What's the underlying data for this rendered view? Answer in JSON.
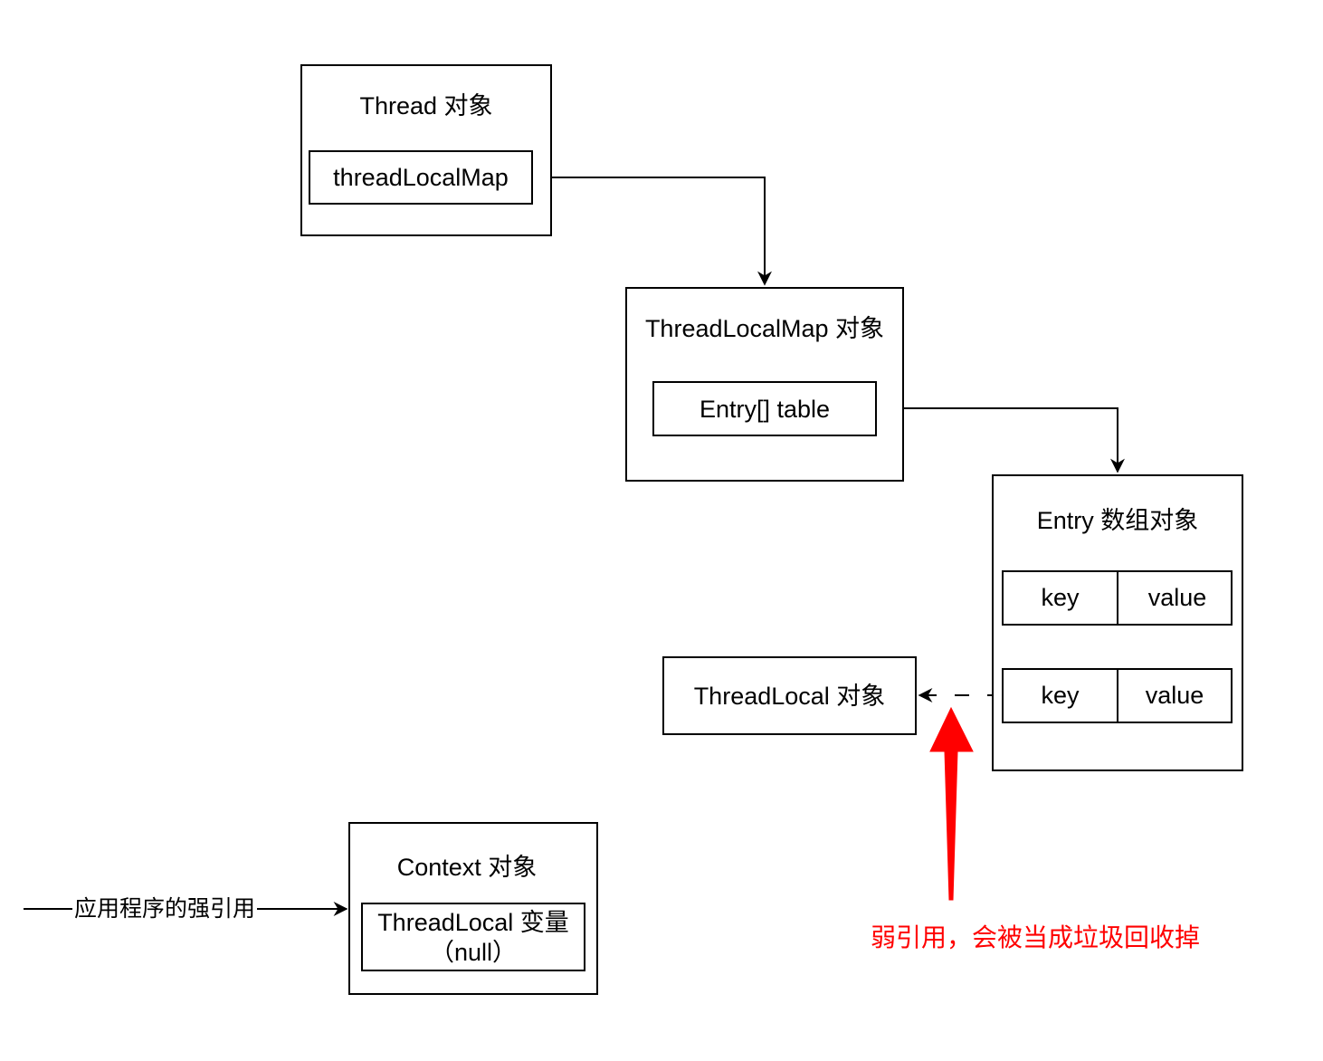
{
  "colors": {
    "line": "#000000",
    "highlight": "#ff0000"
  },
  "thread": {
    "title": "Thread 对象",
    "field": "threadLocalMap"
  },
  "thread_local_map": {
    "title": "ThreadLocalMap 对象",
    "field": "Entry[] table"
  },
  "entry_array": {
    "title": "Entry 数组对象",
    "rows": [
      {
        "key": "key",
        "value": "value"
      },
      {
        "key": "key",
        "value": "value"
      }
    ]
  },
  "thread_local": {
    "title": "ThreadLocal 对象"
  },
  "context": {
    "title": "Context 对象",
    "field_line1": "ThreadLocal 变量",
    "field_line2": "（null）"
  },
  "strong_ref_label": "应用程序的强引用",
  "weak_ref_note": "弱引用，会被当成垃圾回收掉"
}
